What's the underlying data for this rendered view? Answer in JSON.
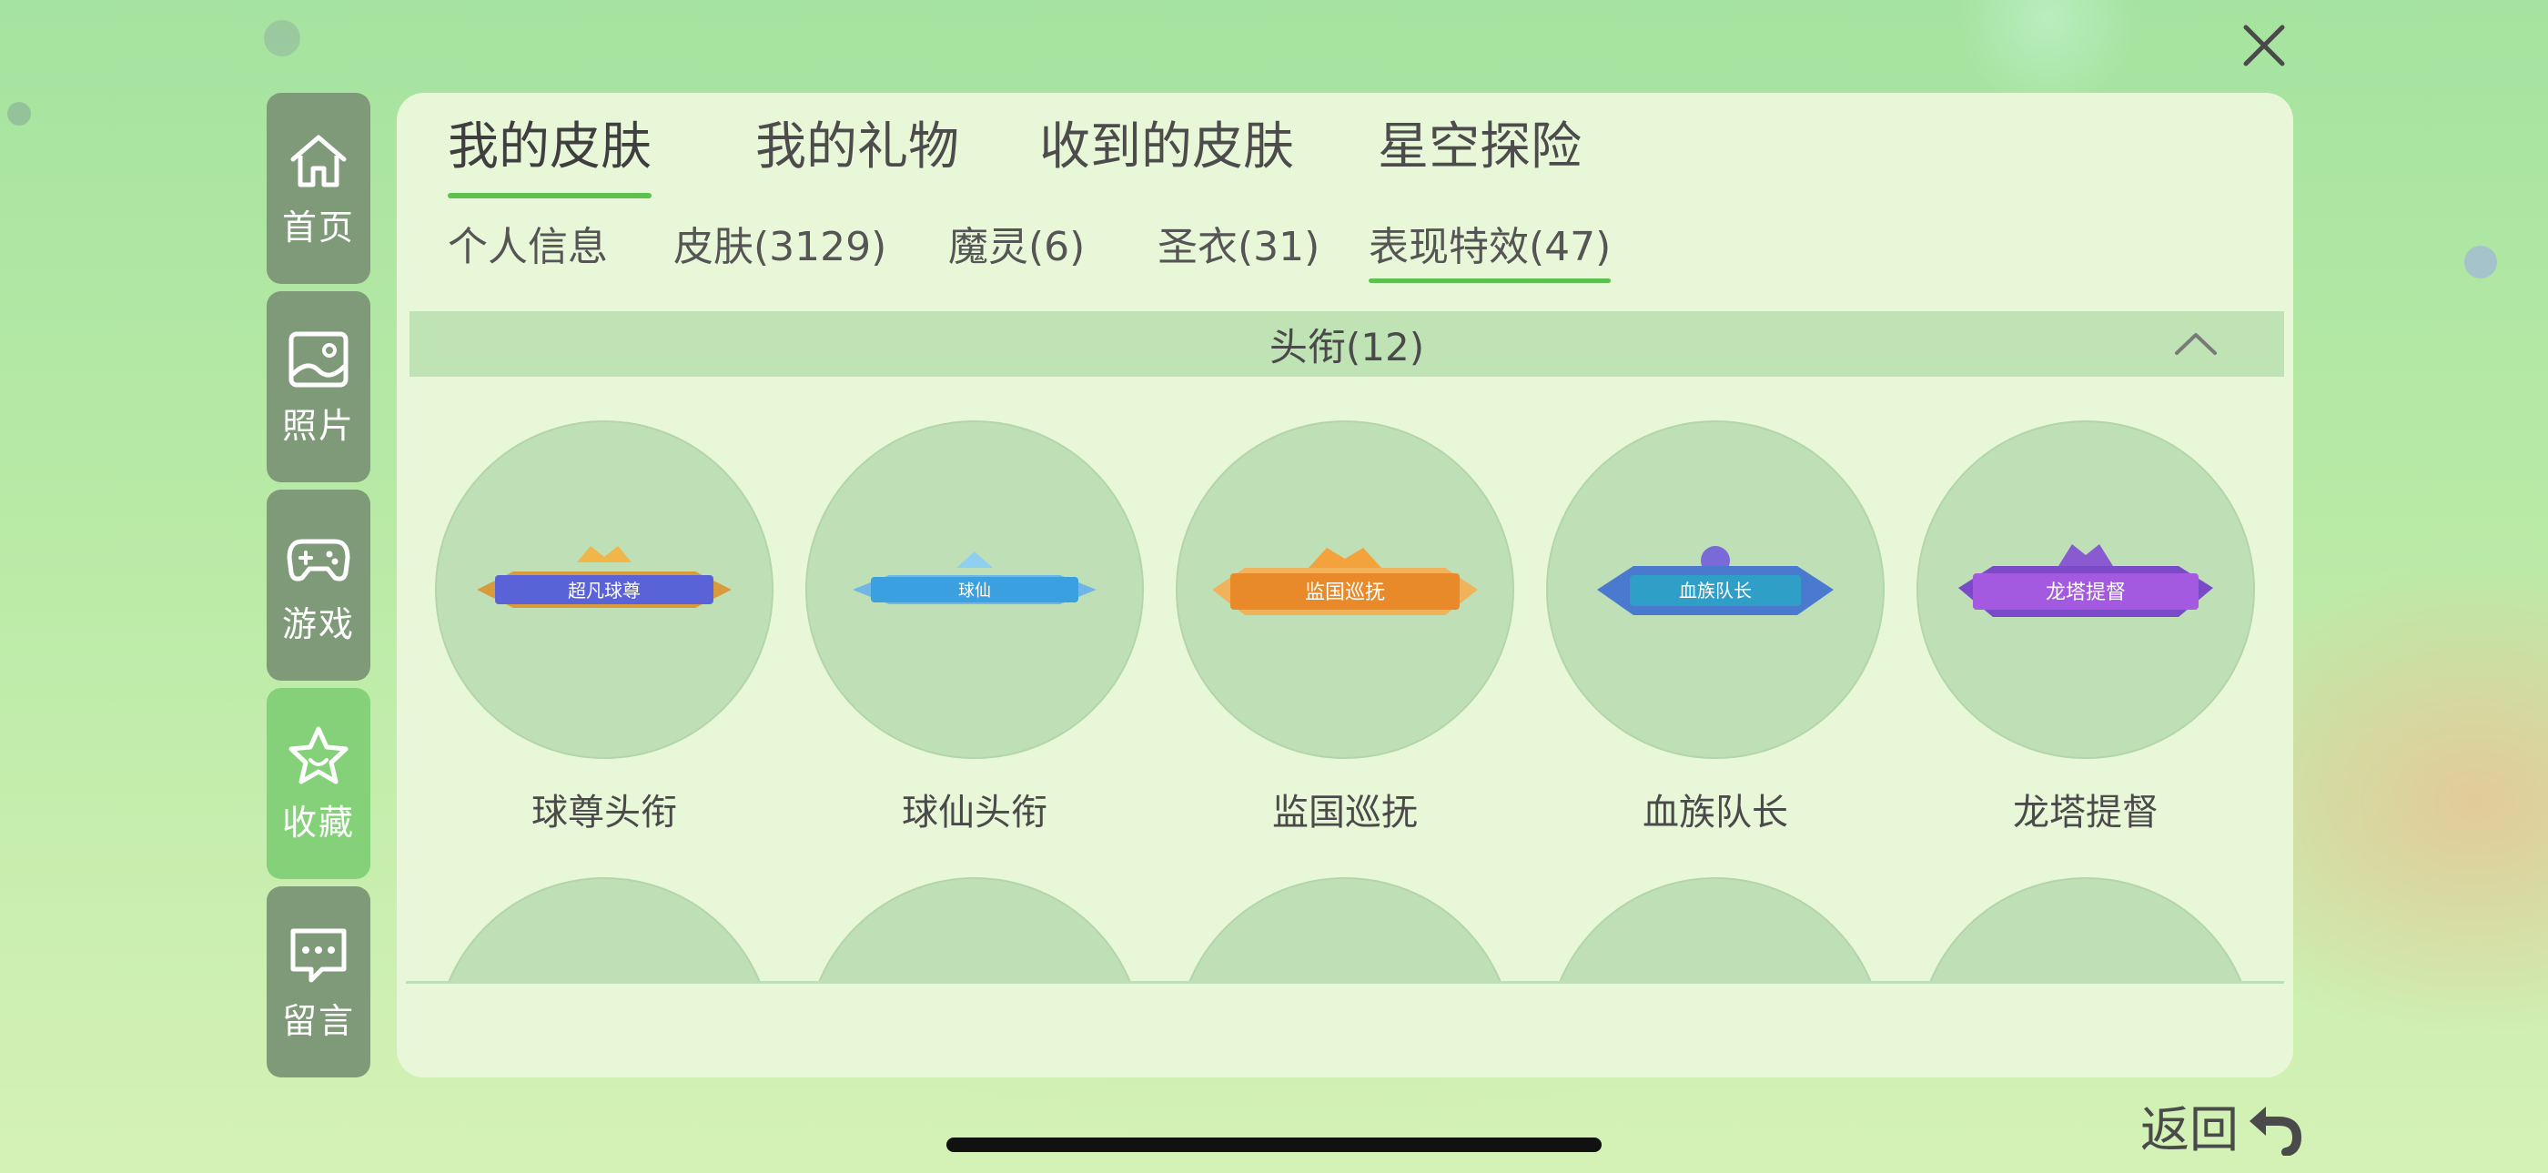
{
  "tabs_top": [
    {
      "label": "我的皮肤",
      "active": true
    },
    {
      "label": "我的礼物",
      "active": false
    },
    {
      "label": "收到的皮肤",
      "active": false
    },
    {
      "label": "星空探险",
      "active": false
    }
  ],
  "tabs_sub": [
    {
      "label": "个人信息",
      "active": false
    },
    {
      "label": "皮肤(3129)",
      "active": false
    },
    {
      "label": "魔灵(6)",
      "active": false
    },
    {
      "label": "圣衣(31)",
      "active": false
    },
    {
      "label": "表现特效(47)",
      "active": true
    }
  ],
  "sidebar": {
    "items": [
      {
        "label": "首页",
        "icon": "home-icon",
        "active": false
      },
      {
        "label": "照片",
        "icon": "photo-icon",
        "active": false
      },
      {
        "label": "游戏",
        "icon": "gamepad-icon",
        "active": false
      },
      {
        "label": "收藏",
        "icon": "star-icon",
        "active": true
      },
      {
        "label": "留言",
        "icon": "message-icon",
        "active": false
      }
    ]
  },
  "section": {
    "title": "头衔(12)",
    "expanded": true
  },
  "items": [
    {
      "name": "球尊头衔",
      "badge_text": "超凡球尊",
      "color": "#5a62d8"
    },
    {
      "name": "球仙头衔",
      "badge_text": "球仙",
      "color": "#3aa0e0"
    },
    {
      "name": "监国巡抚",
      "badge_text": "监国巡抚",
      "color": "#e88a2a"
    },
    {
      "name": "血族队长",
      "badge_text": "血族队长",
      "color": "#2f9fc8"
    },
    {
      "name": "龙塔提督",
      "badge_text": "龙塔提督",
      "color": "#a45ae0"
    }
  ],
  "back": {
    "label": "返回"
  },
  "colors": {
    "accent": "#5cc14e",
    "sidebar": "#7f9a78",
    "sidebar_active": "#85d179",
    "panel": "#e9f7d9"
  }
}
